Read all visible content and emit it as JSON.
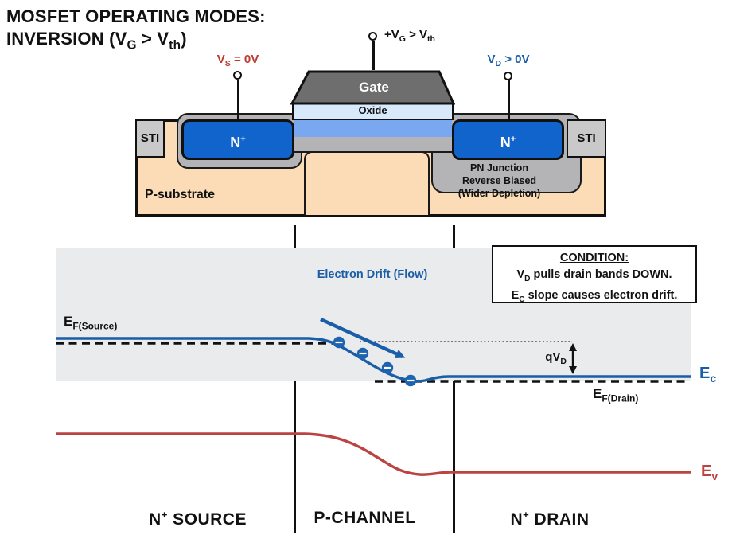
{
  "title": {
    "line1": "MOSFET OPERATING MODES:",
    "line2": [
      [
        "t",
        "INVERSION (V"
      ],
      [
        "sub",
        "G"
      ],
      [
        "t",
        " > V"
      ],
      [
        "sub",
        "th"
      ],
      [
        "t",
        ")"
      ]
    ]
  },
  "device": {
    "terminals": {
      "source": {
        "label": [
          [
            "t",
            "V"
          ],
          [
            "sub",
            "S"
          ],
          [
            "t",
            " = 0V"
          ]
        ]
      },
      "gate": {
        "label": [
          [
            "t",
            "+V"
          ],
          [
            "sub",
            "G"
          ],
          [
            "t",
            " > V"
          ],
          [
            "sub",
            "th"
          ]
        ]
      },
      "drain": {
        "label": [
          [
            "t",
            "V"
          ],
          [
            "sub",
            "D"
          ],
          [
            "t",
            " > 0V"
          ]
        ]
      }
    },
    "gate_label": "Gate",
    "oxide_label": "Oxide",
    "sti_left_label": "STI",
    "sti_right_label": "STI",
    "n_source_label": [
      [
        "t",
        "N"
      ],
      [
        "sup",
        "+"
      ]
    ],
    "n_drain_label": [
      [
        "t",
        "N"
      ],
      [
        "sup",
        "+"
      ]
    ],
    "substrate_label": "P-substrate",
    "depletion_note": {
      "line1": "PN Junction",
      "line2": "Reverse Biased",
      "line3": "(Wider Depletion)"
    }
  },
  "band_diagram": {
    "drift_label": "Electron Drift (Flow)",
    "condition_box": {
      "heading": "CONDITION:",
      "line1": [
        [
          "t",
          "V"
        ],
        [
          "sub",
          "D"
        ],
        [
          "t",
          " pulls drain bands DOWN."
        ]
      ],
      "line2": [
        [
          "t",
          "E"
        ],
        [
          "sub",
          "C"
        ],
        [
          "t",
          " slope causes electron drift."
        ]
      ]
    },
    "labels": {
      "ef_source": [
        [
          "t",
          "E"
        ],
        [
          "sub",
          "F(Source)"
        ]
      ],
      "ef_drain": [
        [
          "t",
          "E"
        ],
        [
          "sub",
          "F(Drain)"
        ]
      ],
      "ec": [
        [
          "t",
          "E"
        ],
        [
          "sub",
          "c"
        ]
      ],
      "ev": [
        [
          "t",
          "E"
        ],
        [
          "sub",
          "v"
        ]
      ],
      "qvd": [
        [
          "t",
          "qV"
        ],
        [
          "sub",
          "D"
        ]
      ]
    },
    "electron_count": 4
  },
  "regions": {
    "source": [
      [
        "t",
        "N"
      ],
      [
        "sup",
        "+"
      ],
      [
        "t",
        " SOURCE"
      ]
    ],
    "channel": [
      [
        "t",
        "P-CHANNEL"
      ]
    ],
    "drain": [
      [
        "t",
        "N"
      ],
      [
        "sup",
        "+"
      ],
      [
        "t",
        " DRAIN"
      ]
    ]
  },
  "colors": {
    "nplus_blue": "#1164CB",
    "inversion_blue": "#79A7F0",
    "oxide_blue": "#D9E9FC",
    "gate_gray": "#6E6E6E",
    "sti_gray": "#C9C9C9",
    "depletion_gray": "#B4B4B6",
    "substrate_peach": "#FBDCB6",
    "panel_gray": "#E9EBED",
    "band_blue": "#1B5EA8",
    "band_red": "#BB4341",
    "source_label_red": "#C0392F"
  }
}
